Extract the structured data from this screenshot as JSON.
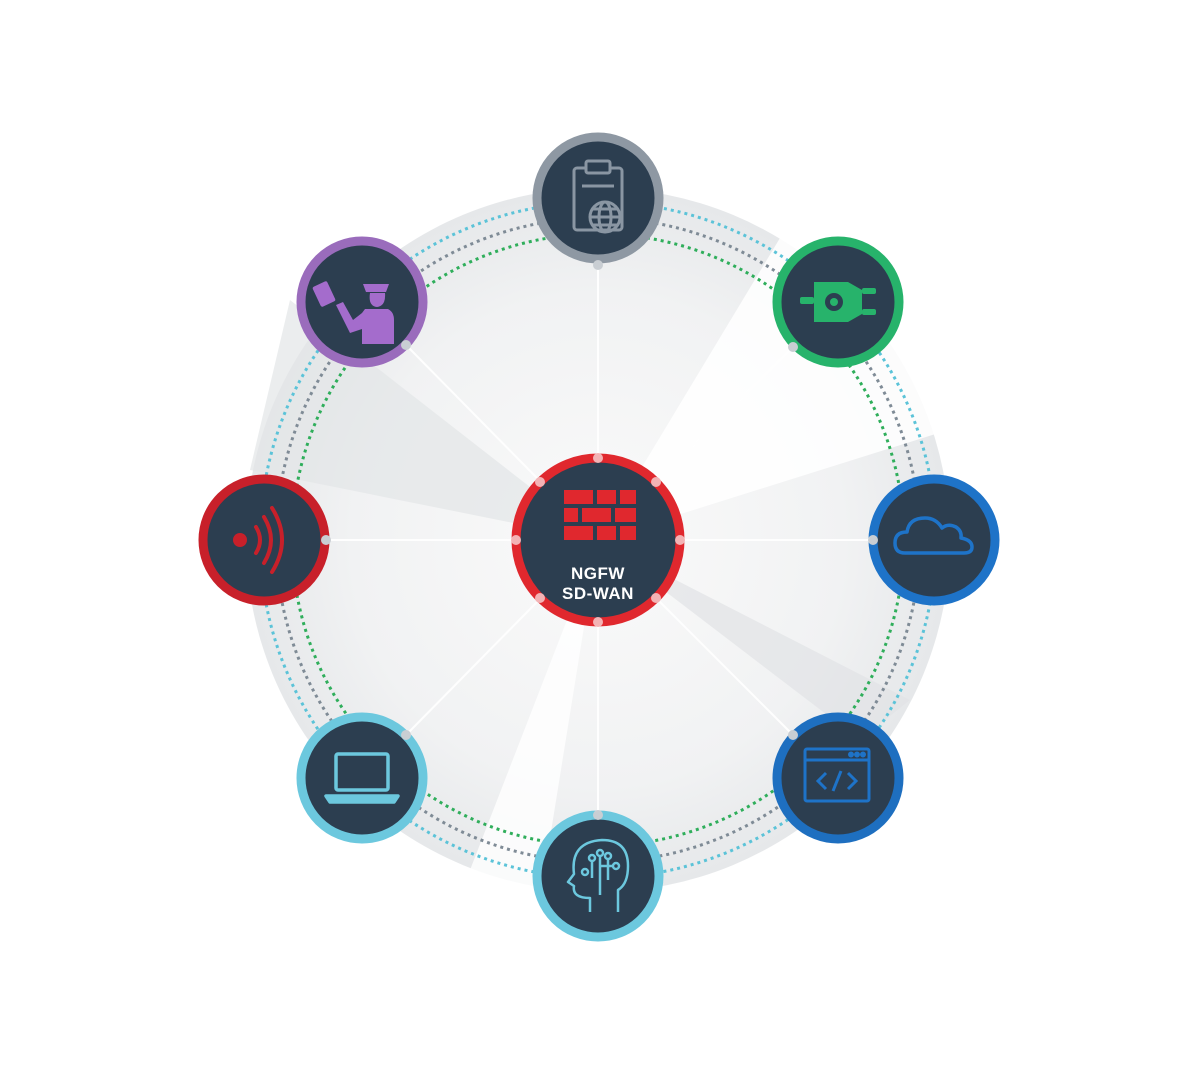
{
  "hub": {
    "line1": "NGFW",
    "line2": "SD-WAN",
    "ring_color": "#e0282e",
    "icon": "firewall-brick-icon",
    "icon_color": "#e0282e"
  },
  "nodes": [
    {
      "id": "compliance",
      "icon": "clipboard-globe-icon",
      "ring_color": "#8e98a3",
      "icon_color": "#8a96a3"
    },
    {
      "id": "integration",
      "icon": "plug-gear-icon",
      "ring_color": "#27b36b",
      "icon_color": "#27b36b"
    },
    {
      "id": "cloud",
      "icon": "cloud-icon",
      "ring_color": "#1e73c8",
      "icon_color": "#1e73c8"
    },
    {
      "id": "application",
      "icon": "code-window-icon",
      "ring_color": "#1e6fc0",
      "icon_color": "#1e73c8"
    },
    {
      "id": "ai",
      "icon": "brain-circuit-icon",
      "ring_color": "#6cc8de",
      "icon_color": "#6cc8de"
    },
    {
      "id": "endpoint",
      "icon": "laptop-icon",
      "ring_color": "#6cc8de",
      "icon_color": "#6cc8de"
    },
    {
      "id": "iot",
      "icon": "wireless-signal-icon",
      "ring_color": "#c8202a",
      "icon_color": "#c8202a"
    },
    {
      "id": "user-identity",
      "icon": "user-badge-icon",
      "ring_color": "#9a6cbc",
      "icon_color": "#a46ccc"
    }
  ],
  "colors": {
    "node_fill": "#2c3e50",
    "orbit_gray": "#7f8b96",
    "orbit_green": "#2fae5b",
    "orbit_cyan": "#5bc3d8"
  }
}
